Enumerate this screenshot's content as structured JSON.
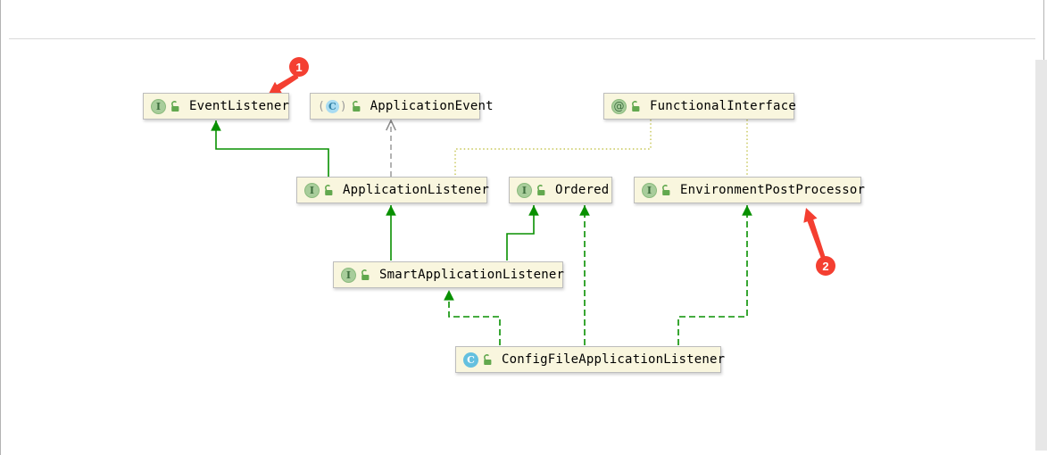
{
  "diagram": {
    "nodes": [
      {
        "id": "eventListener",
        "label": "EventListener",
        "kind": "interface",
        "icon_letter": "I"
      },
      {
        "id": "applicationEvent",
        "label": "ApplicationEvent",
        "kind": "abstract-class",
        "icon_letter": "C"
      },
      {
        "id": "functionalInterface",
        "label": "FunctionalInterface",
        "kind": "annotation",
        "icon_letter": "@"
      },
      {
        "id": "applicationListener",
        "label": "ApplicationListener",
        "kind": "interface",
        "icon_letter": "I"
      },
      {
        "id": "ordered",
        "label": "Ordered",
        "kind": "interface",
        "icon_letter": "I"
      },
      {
        "id": "environmentPostProcessor",
        "label": "EnvironmentPostProcessor",
        "kind": "interface",
        "icon_letter": "I"
      },
      {
        "id": "smartApplicationListener",
        "label": "SmartApplicationListener",
        "kind": "interface",
        "icon_letter": "I"
      },
      {
        "id": "configFileApplicationListener",
        "label": "ConfigFileApplicationListener",
        "kind": "class",
        "icon_letter": "C"
      }
    ],
    "edges": [
      {
        "from": "ApplicationListener",
        "to": "EventListener",
        "relation": "extends",
        "style": "solid-green"
      },
      {
        "from": "ApplicationListener",
        "to": "ApplicationEvent",
        "relation": "depends-on",
        "style": "dashed-gray"
      },
      {
        "from": "FunctionalInterface",
        "to": "ApplicationListener",
        "relation": "annotates",
        "style": "dotted-olive"
      },
      {
        "from": "FunctionalInterface",
        "to": "EnvironmentPostProcessor",
        "relation": "annotates",
        "style": "dotted-olive"
      },
      {
        "from": "SmartApplicationListener",
        "to": "ApplicationListener",
        "relation": "extends",
        "style": "solid-green"
      },
      {
        "from": "SmartApplicationListener",
        "to": "Ordered",
        "relation": "extends",
        "style": "solid-green"
      },
      {
        "from": "ConfigFileApplicationListener",
        "to": "SmartApplicationListener",
        "relation": "implements",
        "style": "dashed-green"
      },
      {
        "from": "ConfigFileApplicationListener",
        "to": "Ordered",
        "relation": "implements",
        "style": "dashed-green"
      },
      {
        "from": "ConfigFileApplicationListener",
        "to": "EnvironmentPostProcessor",
        "relation": "implements",
        "style": "dashed-green"
      }
    ],
    "annotations": [
      {
        "number": "1",
        "points_to": "EventListener"
      },
      {
        "number": "2",
        "points_to": "EnvironmentPostProcessor"
      }
    ],
    "colors": {
      "node_fill": "#f9f6de",
      "node_border": "#bdbdbd",
      "edge_green": "#089000",
      "edge_gray": "#8a8a8a",
      "edge_olive": "#c6c553",
      "red": "#f43f31",
      "icon_green_bg": "#a8cd9b",
      "icon_blue_bg": "#64c0df",
      "lock_green": "#62a84e",
      "scrollbar_fill": "#e7e7e7"
    }
  }
}
